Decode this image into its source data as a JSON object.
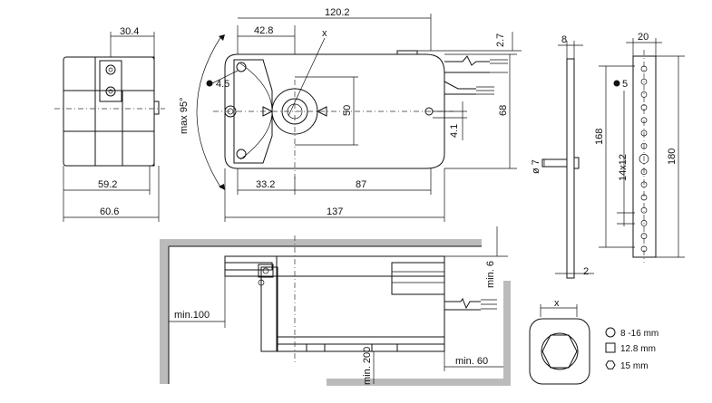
{
  "dimensions": {
    "d_30_4": "30.4",
    "d_59_2": "59.2",
    "d_60_6": "60.6",
    "d_42_8": "42.8",
    "d_120_2": "120.2",
    "d_x": "x",
    "d_4_5": "4.5",
    "d_max95": "max 95°",
    "d_50": "50",
    "d_68": "68",
    "d_4_1": "4.1",
    "d_2_7": "2.7",
    "d_33_2": "33.2",
    "d_87": "87",
    "d_137": "137",
    "d_8": "8",
    "d_7": "ø 7",
    "d_2": "2",
    "d_20": "20",
    "d_5": "5",
    "d_168": "168",
    "d_14x12": "14x12",
    "d_180": "180",
    "d_min6": "min. 6",
    "d_min100": "min.100",
    "d_min200": "min. 200",
    "d_min60": "min. 60",
    "d_x2": "x"
  },
  "legend": [
    {
      "shape": "circle",
      "label": "8 -16 mm"
    },
    {
      "shape": "square",
      "label": "12.8 mm"
    },
    {
      "shape": "hexagon",
      "label": "15 mm"
    }
  ]
}
